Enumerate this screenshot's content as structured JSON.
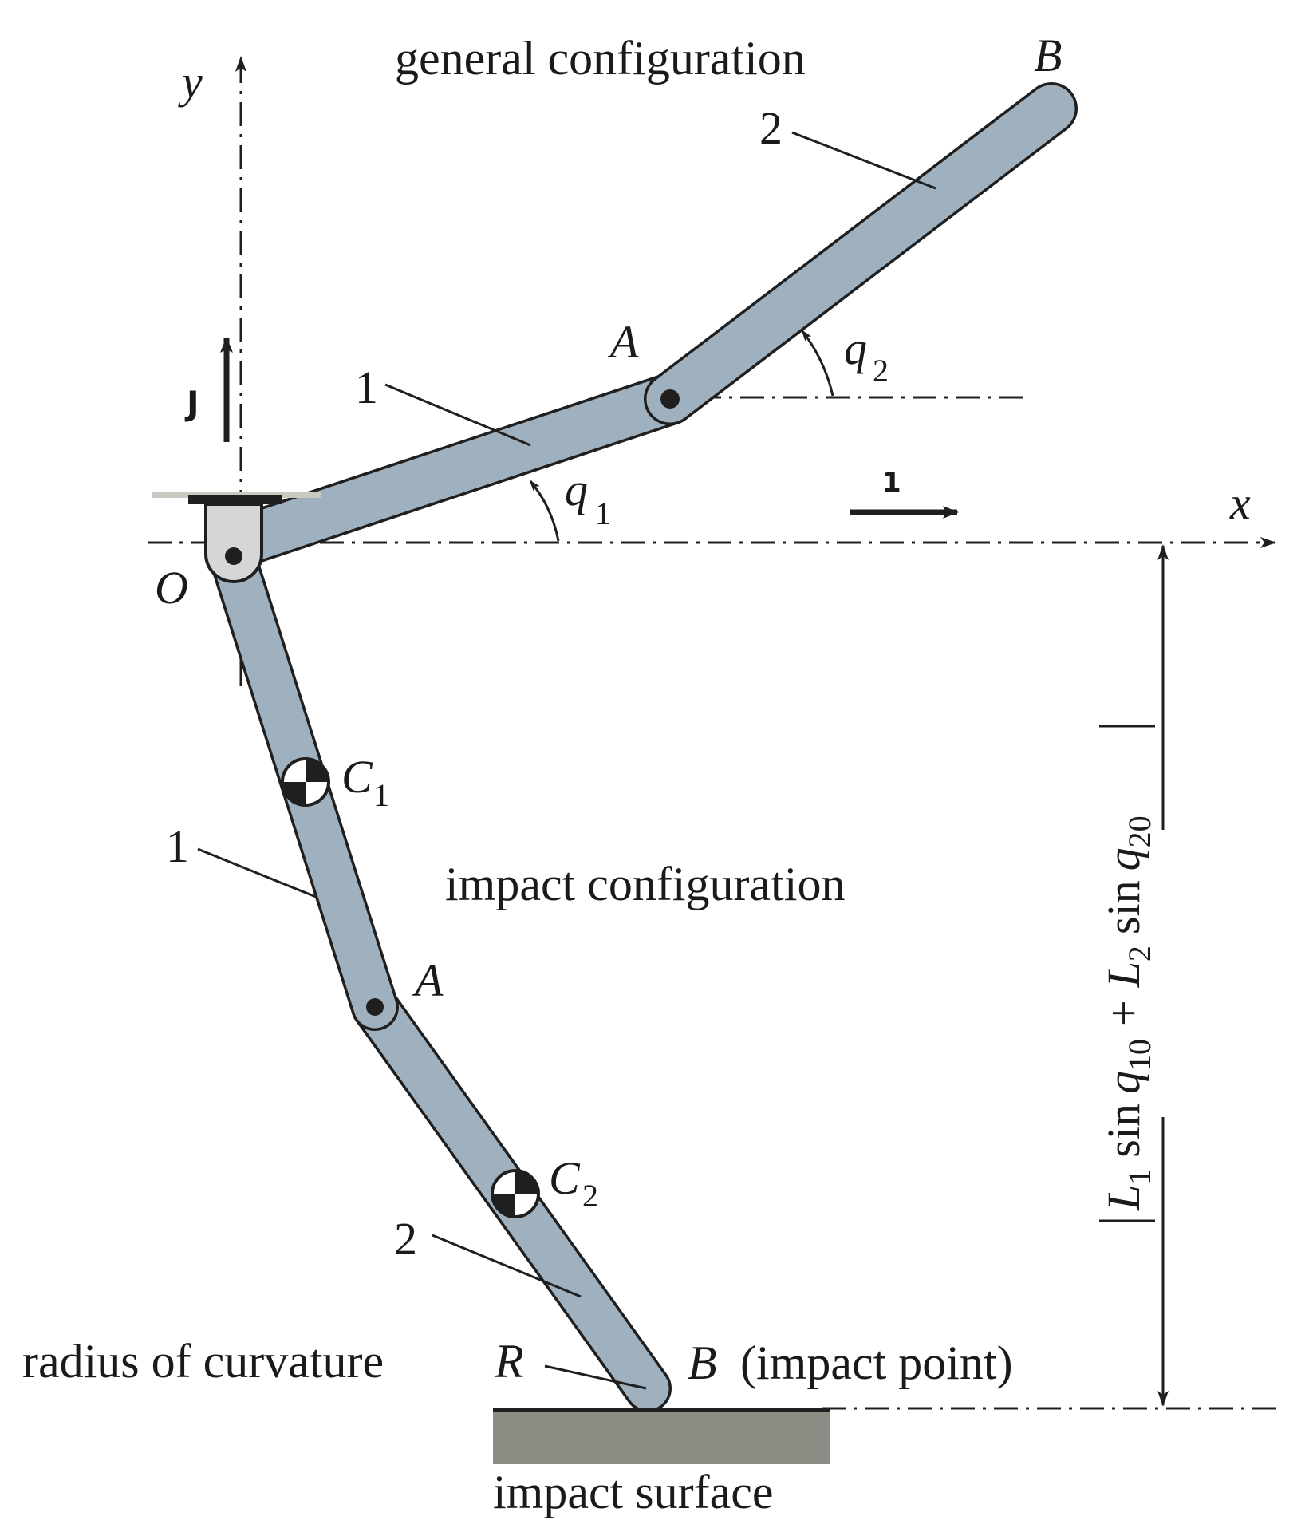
{
  "title": "general configuration",
  "impact_title": "impact configuration",
  "surface_label": "impact surface",
  "radius_label": "radius of curvature",
  "radius_symbol": "R",
  "impact_point_symbol": "B",
  "impact_point_text": "(impact point)",
  "axes": {
    "x": "x",
    "y": "y",
    "origin": "O"
  },
  "unit_vectors": {
    "i": "1",
    "j": "J"
  },
  "top_config": {
    "joint_a": "A",
    "end_b": "B",
    "link1": "1",
    "link2": "2",
    "angle1": "q",
    "angle1_sub": "1",
    "angle2": "q",
    "angle2_sub": "2"
  },
  "bottom_config": {
    "joint_a": "A",
    "link1": "1",
    "link2": "2",
    "c1": "C",
    "c1_sub": "1",
    "c2": "C",
    "c2_sub": "2"
  },
  "dimension": {
    "L1": "L",
    "L1_sub": "1",
    "sin1": "sin",
    "q10": "q",
    "q10_sub": "10",
    "plus": "+",
    "L2": "L",
    "L2_sub": "2",
    "sin2": "sin",
    "q20": "q",
    "q20_sub": "20"
  },
  "colors": {
    "link_fill": "#9fb1be",
    "outline": "#1f1f1f",
    "pivot_fill": "#d4d6d8",
    "surface_fill": "#8b8e85"
  }
}
